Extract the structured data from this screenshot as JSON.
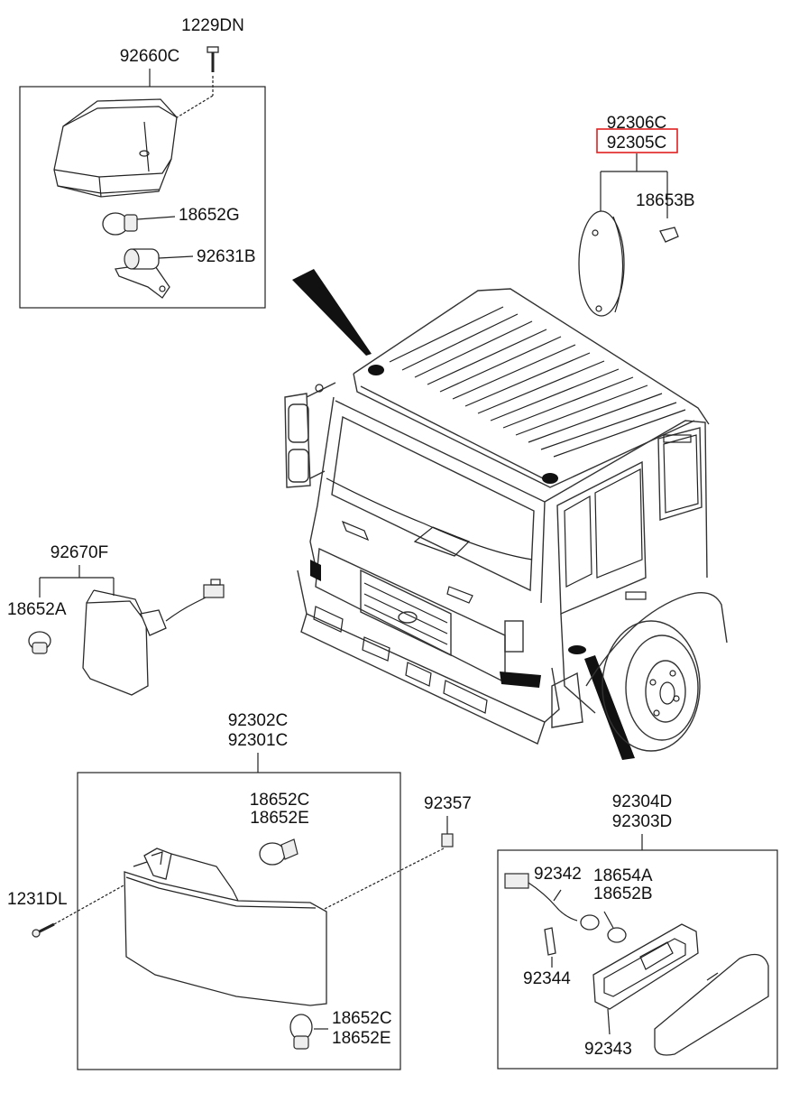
{
  "labels": {
    "p1229DN": "1229DN",
    "p92660C": "92660C",
    "p18652G": "18652G",
    "p92631B": "92631B",
    "p92306C": "92306C",
    "p92305C": "92305C",
    "p18653B": "18653B",
    "p92670F": "92670F",
    "p18652A": "18652A",
    "p92302C": "92302C",
    "p92301C": "92301C",
    "p18652C_top": "18652C",
    "p18652E_top": "18652E",
    "p92357": "92357",
    "p1231DL": "1231DL",
    "p18652C_bot": "18652C",
    "p18652E_bot": "18652E",
    "p92304D": "92304D",
    "p92303D": "92303D",
    "p92342": "92342",
    "p18654A": "18654A",
    "p18652B": "18652B",
    "p92344": "92344",
    "p92343": "92343"
  },
  "highlight": {
    "part": "92305C",
    "color": "#e02020"
  },
  "colors": {
    "line": "#222222",
    "background": "#ffffff"
  }
}
